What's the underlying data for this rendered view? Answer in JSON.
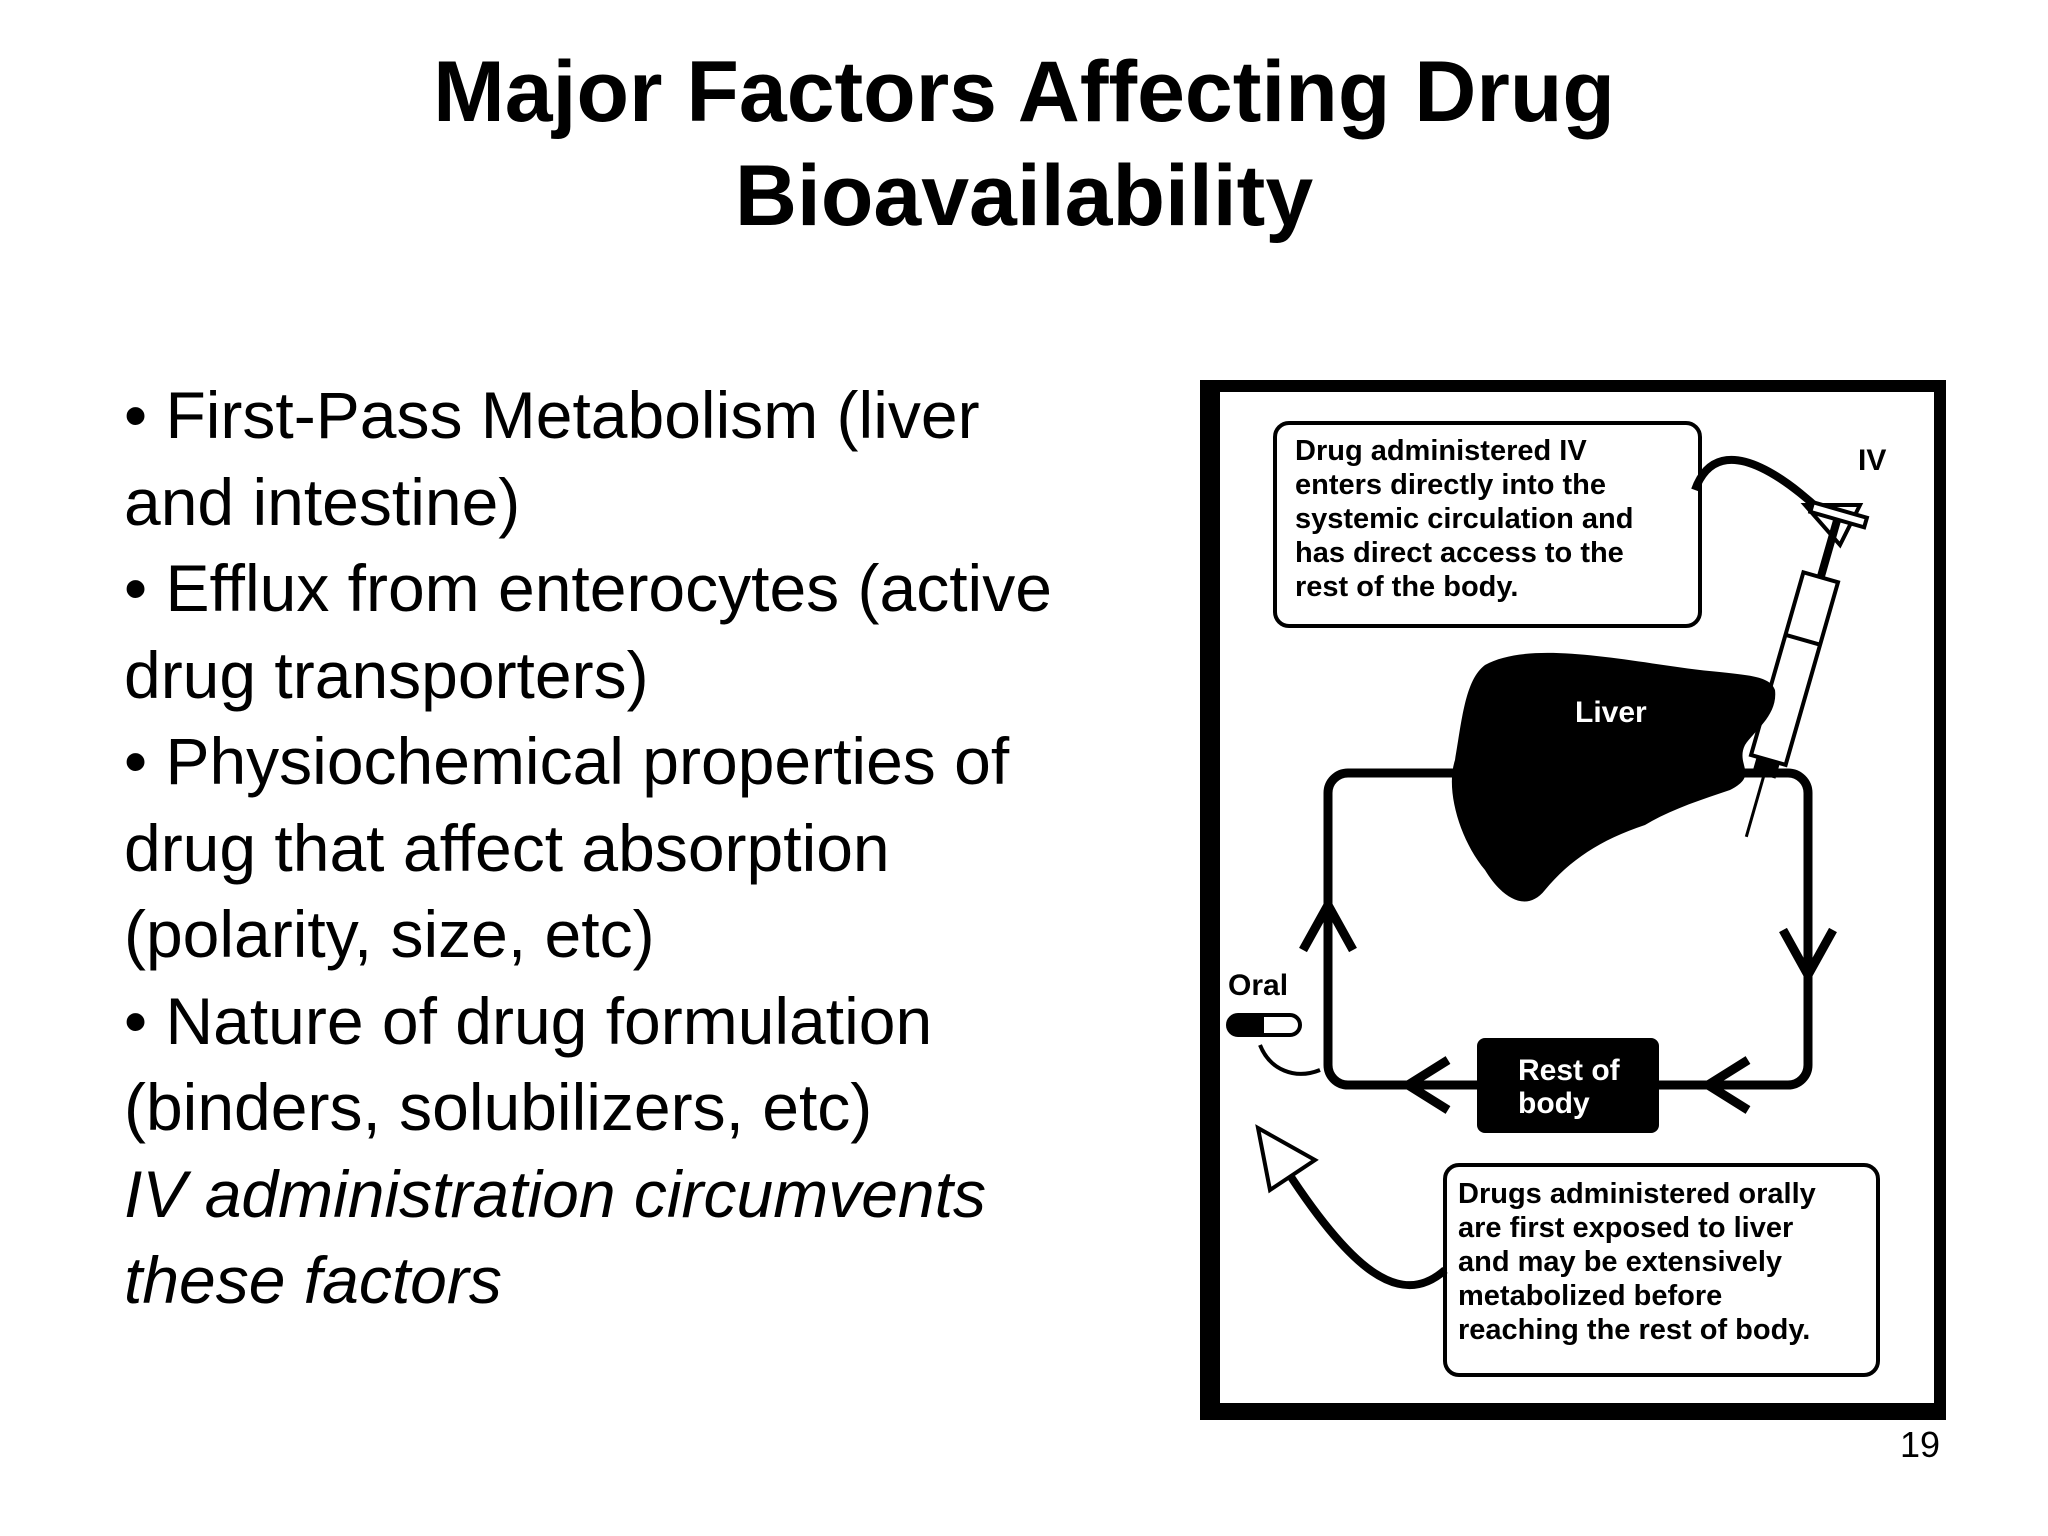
{
  "title": {
    "line1": "Major Factors Affecting Drug",
    "line2": "Bioavailability"
  },
  "bullets": [
    "• First-Pass Metabolism (liver",
    "and intestine)",
    "• Efflux from enterocytes (active",
    "drug transporters)",
    "• Physiochemical properties of",
    "drug that affect absorption",
    "(polarity, size, etc)",
    "• Nature of drug formulation",
    "(binders, solubilizers, etc)"
  ],
  "note": [
    "IV administration circumvents",
    "these factors"
  ],
  "figure": {
    "iv_box": [
      "Drug administered IV",
      "enters directly into the",
      "systemic circulation and",
      "has direct access to the",
      "rest of the body."
    ],
    "iv_label": "IV",
    "liver_label": "Liver",
    "oral_label": "Oral",
    "rest_label": [
      "Rest of",
      "body"
    ],
    "oral_box": [
      "Drugs administered orally",
      "are first exposed to liver",
      "and may be extensively",
      "metabolized before",
      "reaching the rest of body."
    ]
  },
  "page_number": "19"
}
